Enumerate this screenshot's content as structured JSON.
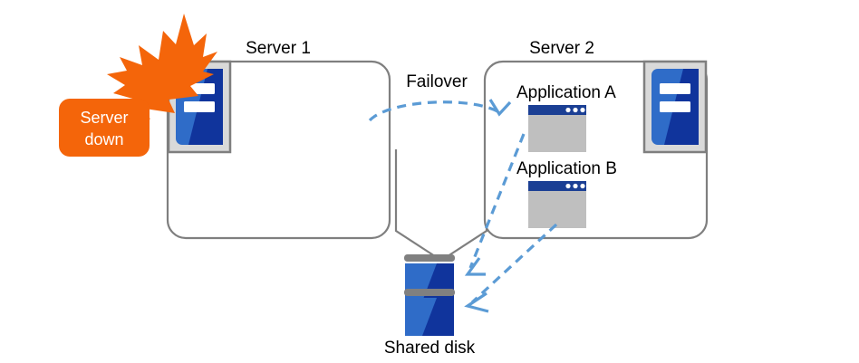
{
  "diagram": {
    "title_server1": "Server 1",
    "title_server2": "Server 2",
    "failover_label": "Failover",
    "shared_disk_label": "Shared disk",
    "server_down_line1": "Server",
    "server_down_line2": "down",
    "app_a_label": "Application  A",
    "app_b_label": "Application  B",
    "icons": {
      "server_icon": "server-icon",
      "app_window_icon": "app-window-icon",
      "disk_icon": "shared-disk-icon",
      "burst_icon": "explosion-burst-icon",
      "failover_arrow": "failover-dashed-arrow",
      "access_arrow": "disk-access-dashed-arrow"
    },
    "colors": {
      "accent_orange": "#f4650a",
      "server_blue_light": "#2f6cc8",
      "server_blue_dark": "#10349c",
      "icon_frame_gray": "#d9d9d9",
      "icon_frame_border": "#7f7f7f",
      "app_titlebar_blue": "#1b3f94",
      "app_body_gray": "#bfbfbf",
      "dashed_blue": "#5b9bd5",
      "frame_gray": "#7f7f7f",
      "disk_bar_gray": "#808080",
      "text_black": "#000000",
      "background": "#ffffff"
    }
  }
}
